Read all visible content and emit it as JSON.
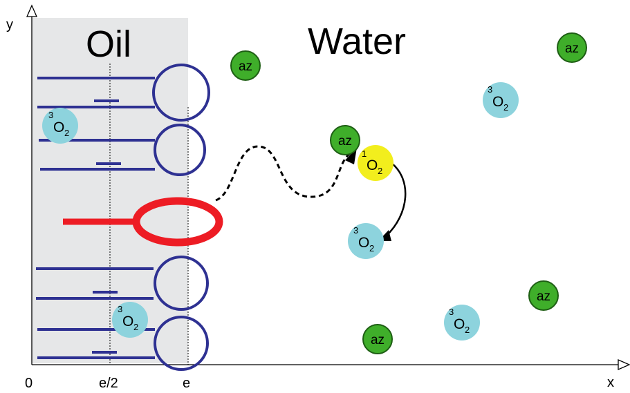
{
  "regions": {
    "oil_label": "Oil",
    "water_label": "Water"
  },
  "axes": {
    "y_label": "y",
    "x_label": "x",
    "ticks": [
      "0",
      "e/2",
      "e"
    ]
  },
  "molecules": {
    "triplet_prefix": "3",
    "singlet_prefix": "1",
    "oxygen_symbol": "O",
    "oxygen_subscript": "2",
    "azide_label": "az"
  },
  "colors": {
    "oil_region": "#e6e7e8",
    "surfactant": "#2e3192",
    "photosensitizer": "#ed1c24",
    "triplet_oxygen": "#8dd3dd",
    "singlet_oxygen": "#f2ee1d",
    "azide": "#3fae2a"
  }
}
